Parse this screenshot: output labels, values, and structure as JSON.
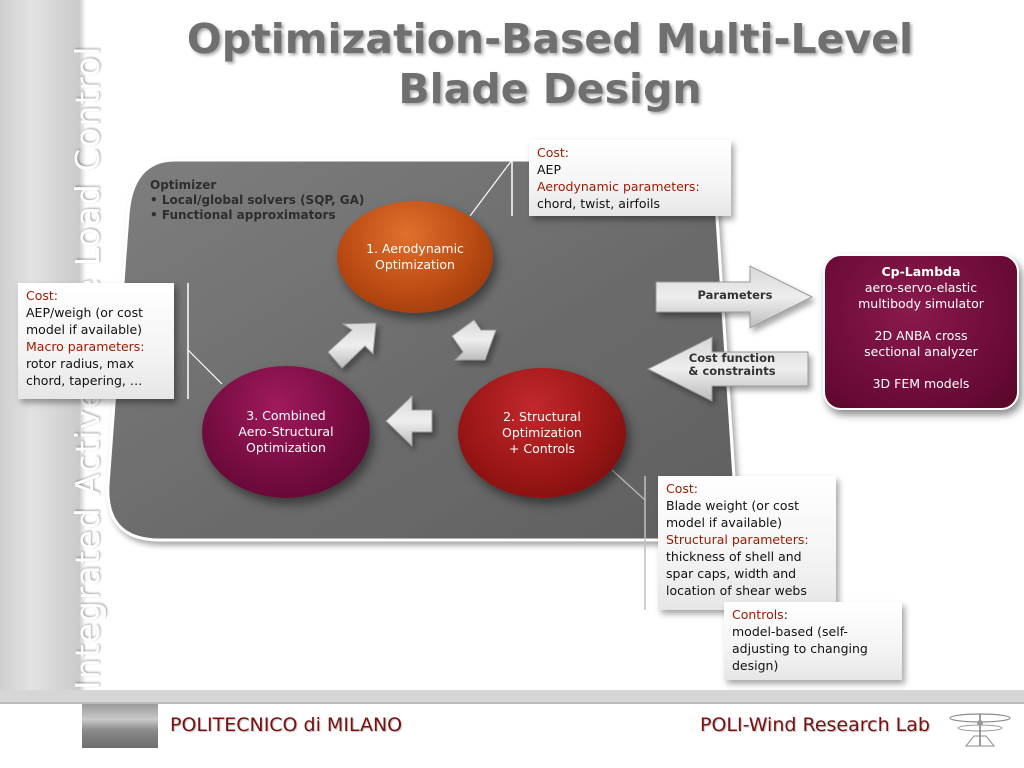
{
  "sidebar": {
    "title": "Integrated Active Blade Load Control"
  },
  "slide": {
    "title": "Optimization-Based Multi-Level Blade Design"
  },
  "optimizer": {
    "heading": "Optimizer",
    "items": [
      "• Local/global solvers (SQP, GA)",
      "• Functional approximators"
    ]
  },
  "steps": [
    {
      "line1": "1. Aerodynamic",
      "line2": "Optimization"
    },
    {
      "line1": "2. Structural",
      "line2": "Optimization",
      "line3": "+ Controls"
    },
    {
      "line1": "3. Combined",
      "line2": "Aero-Structural",
      "line3": "Optimization"
    }
  ],
  "aero_box": {
    "cost_label": "Cost:",
    "cost_value": "AEP",
    "params_label": "Aerodynamic parameters:",
    "params_value": "chord, twist, airfoils"
  },
  "macro_box": {
    "cost_label": "Cost:",
    "cost_value": "AEP/weigh (or cost model if available)",
    "params_label": "Macro parameters:",
    "params_value": "rotor radius, max chord, tapering, …"
  },
  "struct_box": {
    "cost_label": "Cost:",
    "cost_value": "Blade weight (or cost model if available)",
    "params_label": "Structural parameters:",
    "params_value": "thickness of shell and spar caps, width and location of shear webs"
  },
  "controls_box": {
    "label": "Controls",
    "colon": ":",
    "value": "model-based (self-adjusting  to changing design)"
  },
  "simulator": {
    "title": "Cp-Lambda",
    "line1": "aero-servo-elastic",
    "line2": "multibody simulator",
    "line3": "2D ANBA cross",
    "line4": "sectional analyzer",
    "line5": "3D FEM models"
  },
  "arrows": {
    "parameters": "Parameters",
    "cost_line1": "Cost function",
    "cost_line2": "& constraints"
  },
  "footer": {
    "left": "POLITECNICO di MILANO",
    "right": "POLI-Wind Research Lab"
  },
  "colors": {
    "accent": "#9a1a00",
    "aero_circle": "#c05418",
    "struct_circle": "#9a1616",
    "combined_circle": "#750c40",
    "simulator": "#6a0a36"
  }
}
